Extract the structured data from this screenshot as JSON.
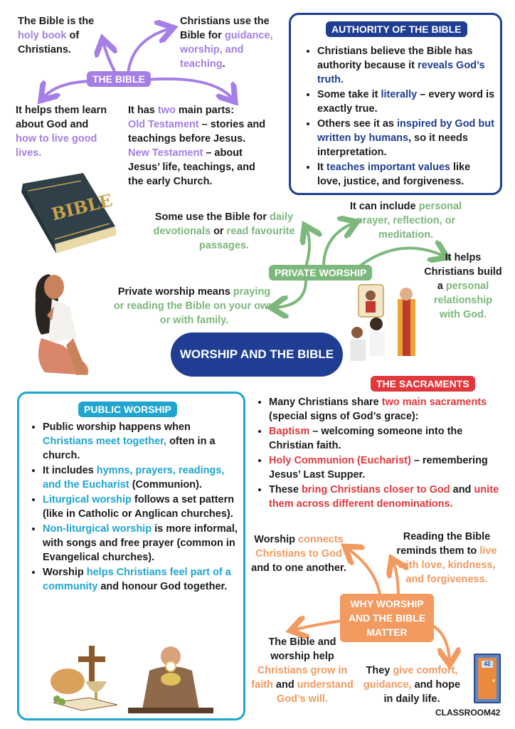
{
  "bible_section": {
    "hub_label": "THE BIBLE",
    "holy_book": [
      "The Bible is the ",
      "holy book",
      " of Christians."
    ],
    "uses": [
      "Christians use the Bible for ",
      "guidance, worship, and teaching",
      "."
    ],
    "helps": [
      "It helps them learn about God and ",
      "how to live good lives."
    ],
    "parts_intro": [
      "It has ",
      "two",
      " main parts:"
    ],
    "old_testament": [
      "Old Testament",
      " – stories and teachings before Jesus."
    ],
    "new_testament": [
      "New Testament",
      " – about Jesus’ life, teachings, and the early Church."
    ],
    "book_cover_text": "BIBLE"
  },
  "authority": {
    "title": "AUTHORITY OF THE BIBLE",
    "items": [
      [
        "Christians believe the Bible has authority because it ",
        "reveals God’s truth.",
        ""
      ],
      [
        "Some take it ",
        "literally",
        " – every word is exactly true."
      ],
      [
        "Others see it as ",
        "inspired by God but written by humans",
        ", so it needs interpretation."
      ],
      [
        "It ",
        "teaches important values",
        " like love, justice, and forgiveness."
      ]
    ]
  },
  "private_worship": {
    "hub_label": "PRIVATE WORSHIP",
    "devotionals": [
      "Some use the Bible for ",
      "daily devotionals",
      " or ",
      "read favourite passages."
    ],
    "prayer": [
      "It can include ",
      "personal prayer, reflection, or meditation."
    ],
    "relationship": [
      "It helps Christians build a ",
      "personal relationship with God."
    ],
    "means": [
      "Private worship means ",
      "praying or reading the Bible on your own or with family."
    ]
  },
  "central_title": "WORSHIP AND THE BIBLE",
  "public_worship": {
    "title": "PUBLIC WORSHIP",
    "items": [
      [
        "Public worship happens when ",
        "Christians meet together,",
        " often in a church."
      ],
      [
        "It includes ",
        "hymns, prayers, readings, and the Eucharist",
        " (Communion)."
      ],
      [
        "",
        "Liturgical worship",
        " follows a set pattern (like in Catholic or Anglican churches)."
      ],
      [
        "",
        "Non-liturgical worship",
        " is more informal, with songs and free prayer (common in Evangelical churches)."
      ],
      [
        "Worship ",
        "helps Christians feel part of a community",
        " and honour God together."
      ]
    ]
  },
  "sacraments": {
    "title": "THE SACRAMENTS",
    "items": [
      [
        "Many Christians share ",
        "two main sacraments",
        " (special signs of God’s grace):"
      ],
      [
        "",
        "Baptism",
        " – welcoming someone into the Christian faith."
      ],
      [
        "",
        "Holy Communion (Eucharist)",
        " – remembering Jesus’ Last Supper."
      ],
      [
        "These ",
        "bring Christians closer to God",
        " and ",
        "unite them across different denominations."
      ]
    ]
  },
  "why_matter": {
    "hub_label": "WHY WORSHIP AND THE BIBLE MATTER",
    "connects": [
      "Worship ",
      "connects Christians to God",
      " and to one another."
    ],
    "reminds": [
      "Reading the Bible reminds them to ",
      "live with love, kindness, and forgiveness."
    ],
    "grow": [
      "The Bible and worship help ",
      "Christians grow in faith",
      " and ",
      "understand God’s will."
    ],
    "comfort": [
      "They ",
      "give comfort, guidance,",
      " and hope in daily life."
    ]
  },
  "footer": {
    "brand": "CLASSROOM42",
    "door_number": "42"
  },
  "colors": {
    "purple": "#a57ee6",
    "green": "#7cb87c",
    "navy": "#1f3e93",
    "cyan": "#1fa5cf",
    "red": "#e0383c",
    "orange": "#f29a60"
  }
}
